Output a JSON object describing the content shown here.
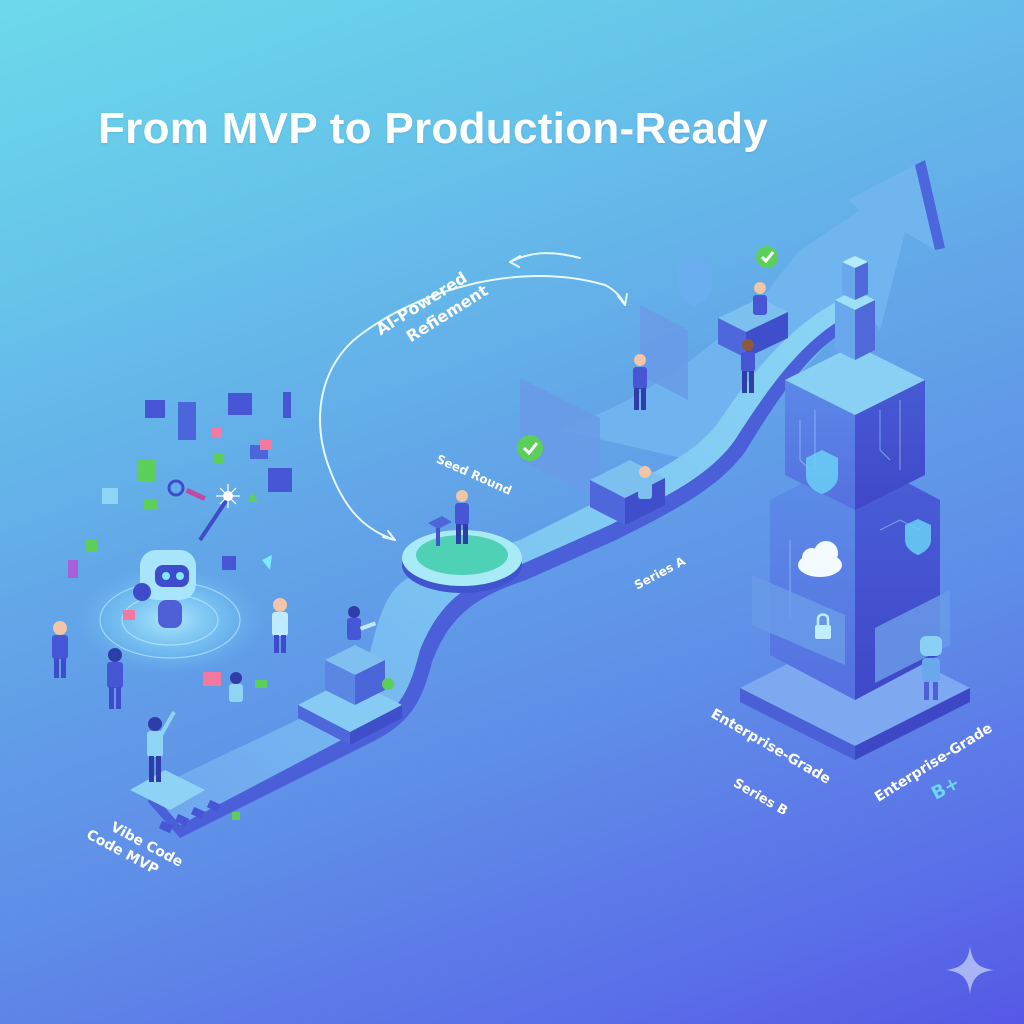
{
  "title": "From MVP to Production-Ready",
  "stages": [
    {
      "id": "mvp",
      "lines": [
        "Vibe Code",
        "Code MVP"
      ]
    },
    {
      "id": "refinement",
      "lines": [
        "AI-Powered",
        "Refiement"
      ]
    },
    {
      "id": "seed",
      "lines": [
        "Seed Round"
      ]
    },
    {
      "id": "series-a",
      "lines": [
        "Series A"
      ]
    },
    {
      "id": "enterprise-1",
      "lines": [
        "Enterprise-Grade"
      ]
    },
    {
      "id": "series-b",
      "lines": [
        "Series B"
      ]
    },
    {
      "id": "enterprise-2",
      "lines": [
        "Enterprise-Grade"
      ]
    },
    {
      "id": "b-plus",
      "lines": [
        "B+"
      ]
    }
  ],
  "icons": [
    "robot-icon",
    "magic-wand-icon",
    "cloud-icon",
    "shield-icon",
    "lock-icon",
    "checkmark-icon",
    "growth-arrow-icon",
    "sparkle-icon"
  ],
  "colors": {
    "bg_top_left": "#6cd9ea",
    "bg_bottom_right": "#5558e6",
    "path_top": "#7fc8f0",
    "path_side": "#4a5fd8",
    "tower_dark": "#4a55d6",
    "accent_green": "#5ccf5a",
    "accent_teal": "#4fd1c5",
    "b_plus": "#6ad8f0"
  }
}
